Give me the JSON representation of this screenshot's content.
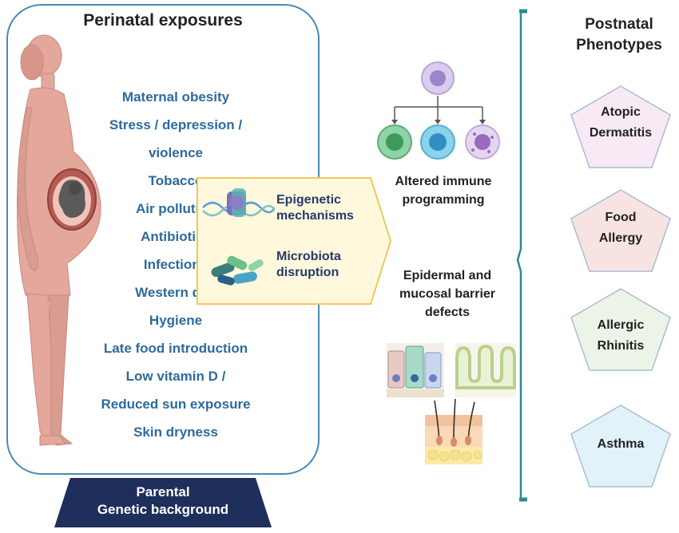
{
  "title": "Perinatal exposures",
  "exposures": [
    "Maternal obesity",
    "Stress / depression /",
    "violence",
    "Tobacco",
    "Air pollution",
    "Antibiotics",
    "Infections",
    "Western diet",
    "Hygiene",
    "Late food introduction",
    "Low vitamin D /",
    "Reduced sun exposure",
    "Skin dryness"
  ],
  "parental": {
    "line1": "Parental",
    "line2": "Genetic background"
  },
  "mechanisms": {
    "epigenetic_line1": "Epigenetic",
    "epigenetic_line2": "mechanisms",
    "microbiota_line1": "Microbiota",
    "microbiota_line2": "disruption"
  },
  "immune": {
    "line1": "Altered immune",
    "line2": "programming"
  },
  "barrier": {
    "line1": "Epidermal and",
    "line2": "mucosal barrier",
    "line3": "defects"
  },
  "postnatal": {
    "line1": "Postnatal",
    "line2": "Phenotypes"
  },
  "phenotypes": [
    {
      "line1": "Atopic",
      "line2": "Dermatitis",
      "color": "#f7eaf4"
    },
    {
      "line1": "Food",
      "line2": "Allergy",
      "color": "#f7e4e2"
    },
    {
      "line1": "Allergic",
      "line2": "Rhinitis",
      "color": "#ecf4e8"
    },
    {
      "line1": "Asthma",
      "line2": "",
      "color": "#e2f2f9"
    }
  ],
  "colors": {
    "accent_blue": "#2d6a9b",
    "panel_border": "#4a8ab5",
    "bracket_teal": "#2c8c8c",
    "parental_navy": "#1f2f5c",
    "mechanism_fill": "#fff8dd",
    "mechanism_border": "#f0c85a",
    "body_fill": "#e3a79b"
  },
  "icons": [
    "pregnant-woman-silhouette",
    "dna-nucleosome-icon",
    "bacteria-icon",
    "progenitor-cell-icon",
    "lymphocyte-icon",
    "mucosal-epithelium-icon",
    "skin-cross-section-icon"
  ]
}
